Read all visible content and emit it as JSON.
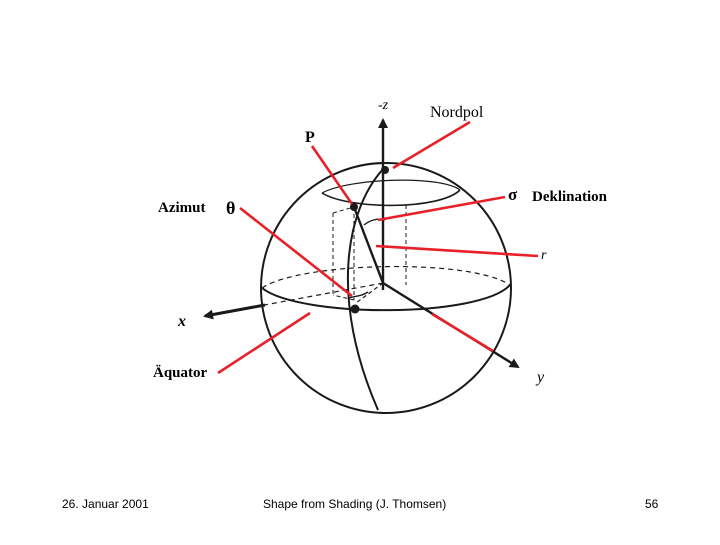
{
  "diagram": {
    "labels": {
      "neg_z": "-z",
      "nordpol": "Nordpol",
      "p": "P",
      "sigma": "σ",
      "deklination": "Deklination",
      "azimut": "Azimut",
      "theta": "θ",
      "r": "r",
      "x": "x",
      "aequator": "Äquator",
      "y": "y"
    },
    "colors": {
      "annotation": "#e8202a",
      "ink": "#1a1a1a"
    }
  },
  "footer": {
    "date": "26. Januar 2001",
    "title": "Shape from Shading (J. Thomsen)",
    "page": "56"
  }
}
